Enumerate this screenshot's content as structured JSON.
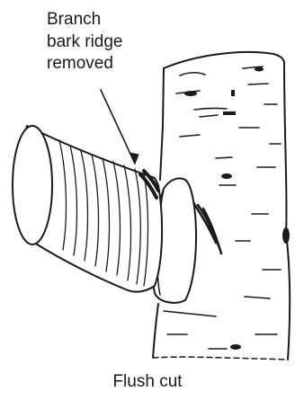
{
  "callout": {
    "line1": "Branch",
    "line2": "bark ridge",
    "line3": "removed"
  },
  "caption": "Flush cut",
  "colors": {
    "ink": "#1a1a1a",
    "paper": "#ffffff"
  }
}
